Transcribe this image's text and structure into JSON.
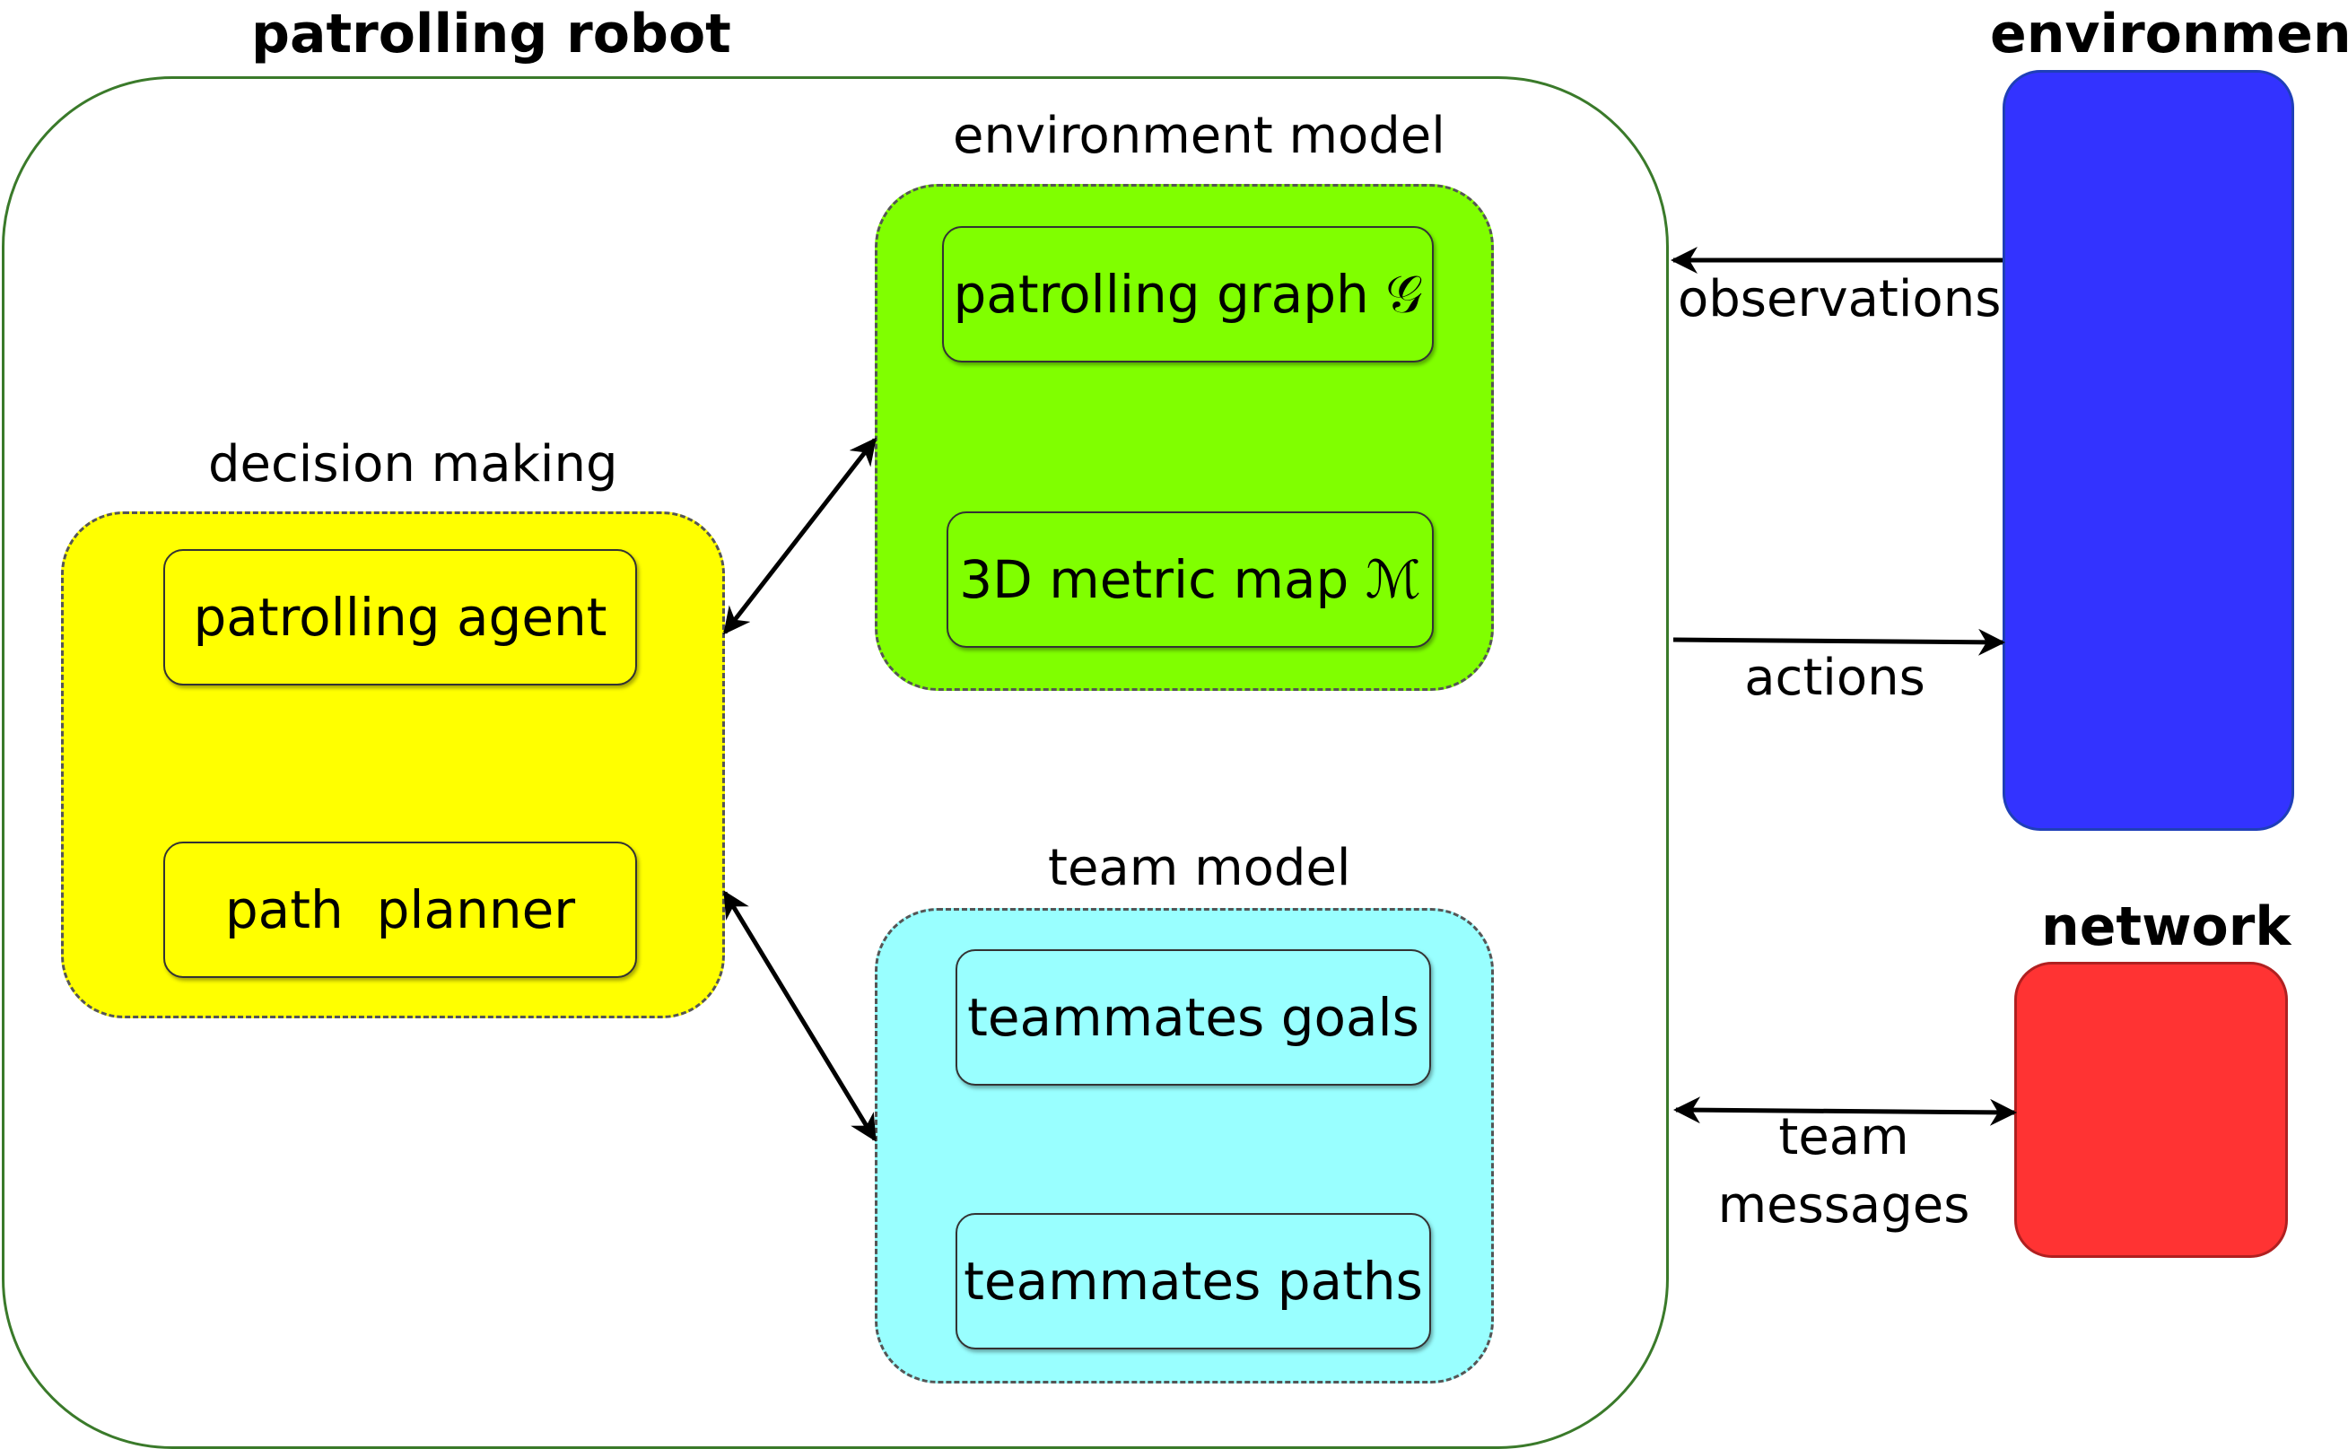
{
  "diagram": {
    "robot": {
      "title": "patrolling robot"
    },
    "decision_making": {
      "title": "decision making",
      "color": "#ffff00",
      "modules": [
        "patrolling agent",
        "path  planner"
      ]
    },
    "environment_model": {
      "title": "environment model",
      "color": "#80ff00",
      "modules": [
        "patrolling graph 𝒢",
        "3D metric map ℳ"
      ]
    },
    "team_model": {
      "title": "team model",
      "color": "#99ffff",
      "modules": [
        "teammates goals",
        "teammates paths"
      ]
    },
    "environment": {
      "title": "environment",
      "color": "#3333ff"
    },
    "network": {
      "title": "network",
      "color": "#ff3333"
    },
    "arrows": {
      "observations": "observations",
      "actions": "actions",
      "team_messages_line1": "team",
      "team_messages_line2": "messages"
    }
  }
}
